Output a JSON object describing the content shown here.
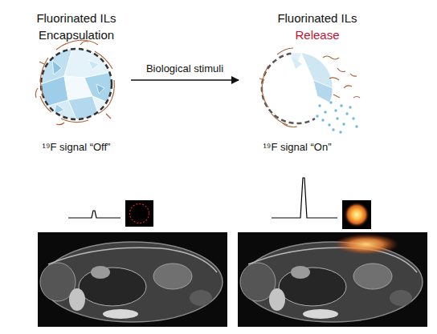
{
  "diagram": {
    "nodes": [
      {
        "text": [
          "Fluorinated ILs",
          "Encapsulation"
        ]
      },
      {
        "text": [
          "Fluorinated ILs",
          "Release"
        ]
      }
    ],
    "edges": [
      {
        "from": 0,
        "to": 1,
        "arrow": "to",
        "label": "Biological stimuli"
      }
    ],
    "labels": [
      "¹⁹F signal “Off”",
      "¹⁹F signal “On”"
    ]
  }
}
